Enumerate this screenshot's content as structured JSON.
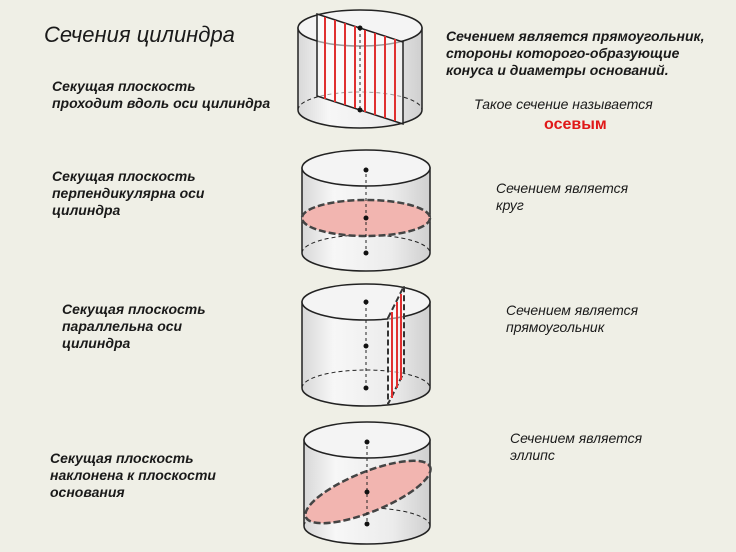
{
  "title": "Сечения цилиндра",
  "colors": {
    "section_fill": "#f2b5b0",
    "section_line": "#e03030",
    "accent_text": "#e01818"
  },
  "rows": [
    {
      "label_lines": [
        "Секущая плоскость",
        "проходит вдоль оси цилиндра"
      ],
      "result_lines": [
        "Сечением является прямоугольник,",
        "стороны которого-образующие",
        "конуса и диаметры оснований."
      ],
      "note": "Такое сечение называется",
      "note_accent": "осевым"
    },
    {
      "label_lines": [
        "Секущая плоскость",
        "перпендикулярна оси",
        "цилиндра"
      ],
      "result_lines": [
        "Сечением является",
        "круг"
      ]
    },
    {
      "label_lines": [
        "Секущая плоскость",
        "параллельна оси",
        "цилиндра"
      ],
      "result_lines": [
        "Сечением является",
        "прямоугольник"
      ]
    },
    {
      "label_lines": [
        "Секущая плоскость",
        "наклонена к плоскости",
        "основания"
      ],
      "result_lines": [
        "Сечением является",
        "эллипс"
      ]
    }
  ]
}
